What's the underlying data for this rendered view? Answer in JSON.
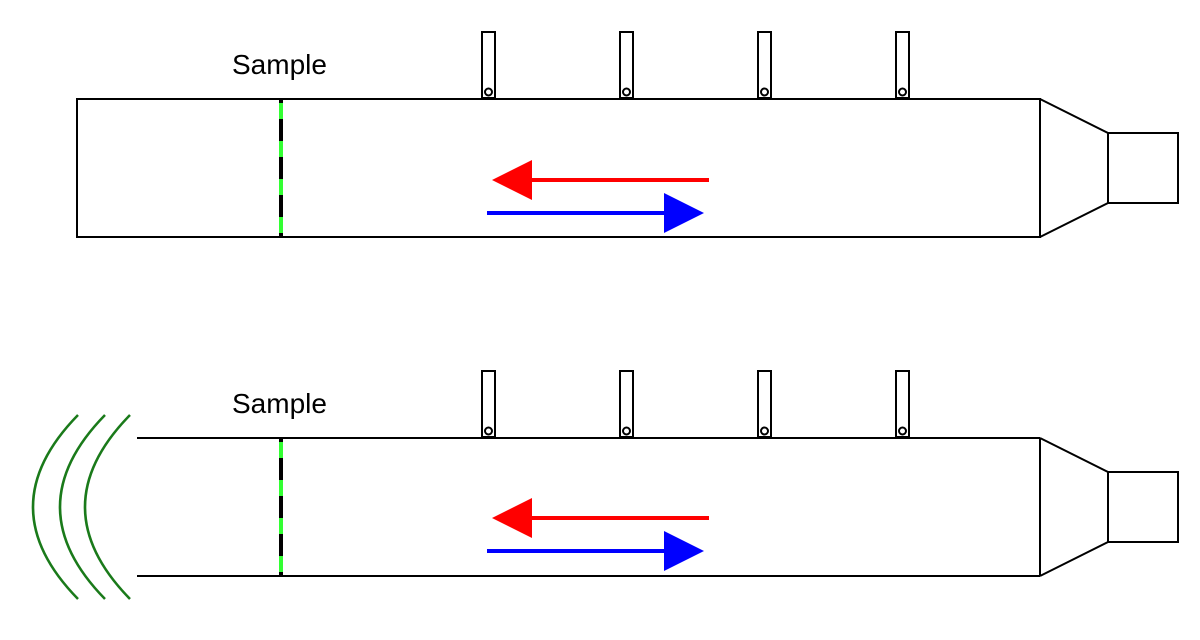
{
  "diagrams": [
    {
      "label": "Sample",
      "left_end": "closed"
    },
    {
      "label": "Sample",
      "left_end": "open"
    }
  ],
  "colors": {
    "outline": "#000000",
    "sample_dash": "#33ff33",
    "arrow_left": "#ff0000",
    "arrow_right": "#0000ff",
    "radiation": "#1a7a1a"
  },
  "microphone_count": 4
}
